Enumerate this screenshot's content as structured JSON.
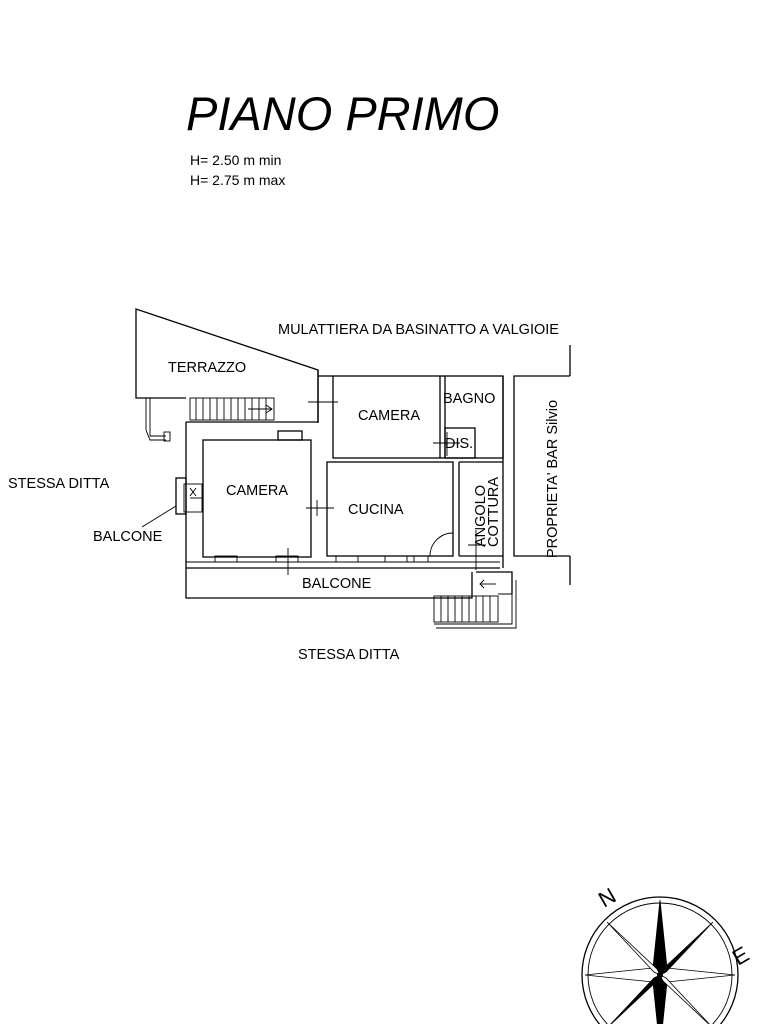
{
  "title": "PIANO PRIMO",
  "heights": [
    "H= 2.50 m min",
    "H= 2.75 m max"
  ],
  "labels": {
    "road": "MULATTIERA DA BASINATTO A VALGIOIE",
    "terrace": "TERRAZZO",
    "bedroom_top": "CAMERA",
    "bathroom": "BAGNO",
    "hallway": "DIS.",
    "bedroom_left": "CAMERA",
    "kitchen": "CUCINA",
    "cooking_corner_1": "ANGOLO",
    "cooking_corner_2": "COTTURA",
    "property": "PROPRIETA' BAR Silvio",
    "same_owner_left": "STESSA DITTA",
    "balcony_left": "BALCONE",
    "balcony_bottom": "BALCONE",
    "same_owner_bottom": "STESSA DITTA"
  },
  "compass": {
    "north": "N",
    "east": "E",
    "icon": "compass-rose-icon"
  }
}
